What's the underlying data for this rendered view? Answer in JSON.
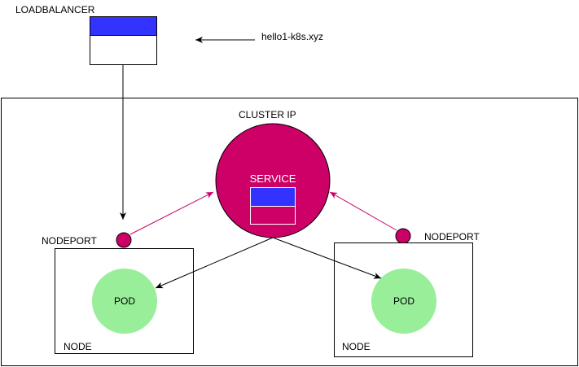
{
  "loadbalancer": {
    "label": "LOADBALANCER",
    "header_color": "#3333ff"
  },
  "dns": {
    "label": "hello1-k8s.xyz"
  },
  "cluster": {
    "label": "CLUSTER IP"
  },
  "service": {
    "label": "SERVICE",
    "color": "#cc0066",
    "header_color": "#3333ff"
  },
  "nodeport_left": {
    "label": "NODEPORT"
  },
  "nodeport_right": {
    "label": "NODEPORT"
  },
  "node_left": {
    "label": "NODE",
    "pod_label": "POD"
  },
  "node_right": {
    "label": "NODE",
    "pod_label": "POD"
  },
  "colors": {
    "pod": "#99ee99",
    "port": "#cc0066",
    "arrow_pink": "#cc0066",
    "arrow_black": "#000000"
  }
}
